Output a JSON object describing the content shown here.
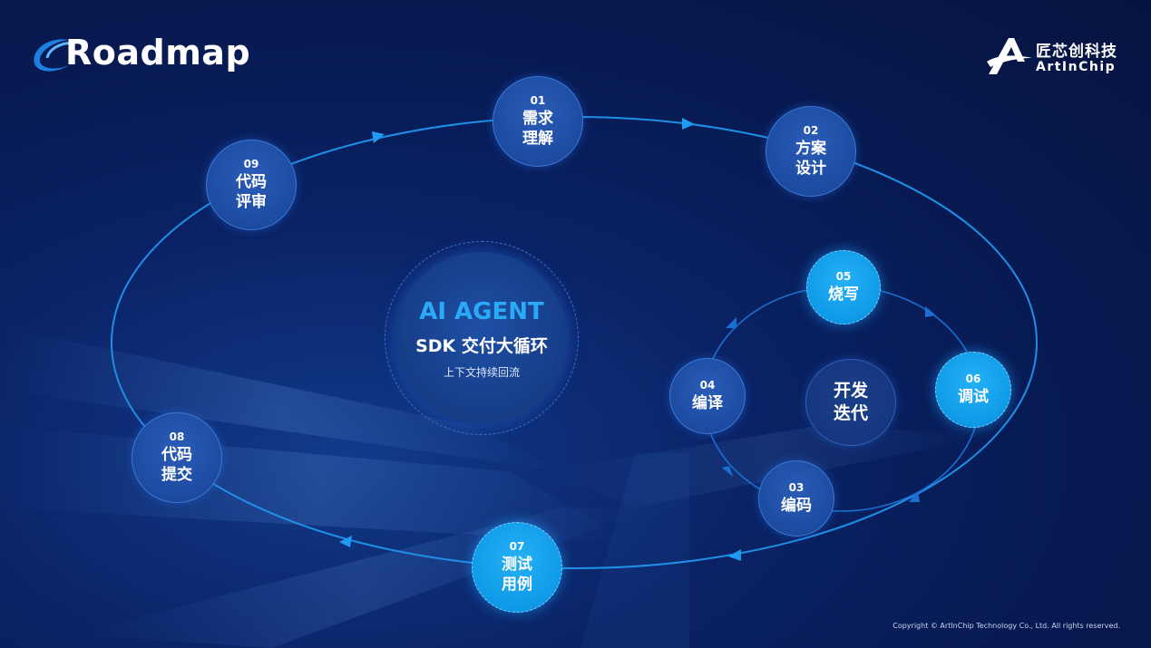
{
  "page": {
    "title": "Roadmap",
    "copyright": "Copyright © ArtInChip Technology Co., Ltd. All rights reserved."
  },
  "logo": {
    "cn": "匠芯创科技",
    "en": "ArtInChip"
  },
  "center": {
    "title": "AI AGENT",
    "subtitle": "SDK 交付大循环",
    "caption": "上下文持续回流"
  },
  "inner_center": {
    "label": "开发\n迭代"
  },
  "nodes": [
    {
      "num": "01",
      "label": "需求\n理解"
    },
    {
      "num": "02",
      "label": "方案\n设计"
    },
    {
      "num": "03",
      "label": "编码"
    },
    {
      "num": "04",
      "label": "编译"
    },
    {
      "num": "05",
      "label": "烧写"
    },
    {
      "num": "06",
      "label": "调试"
    },
    {
      "num": "07",
      "label": "测试\n用例"
    },
    {
      "num": "08",
      "label": "代码\n提交"
    },
    {
      "num": "09",
      "label": "代码\n评审"
    }
  ],
  "colors": {
    "background": "#071a52",
    "node_dark": "#1c4ba0",
    "node_light": "#0f9ae8",
    "accent_text": "#2aaaf6",
    "flow_line": "#1f8fe6"
  }
}
